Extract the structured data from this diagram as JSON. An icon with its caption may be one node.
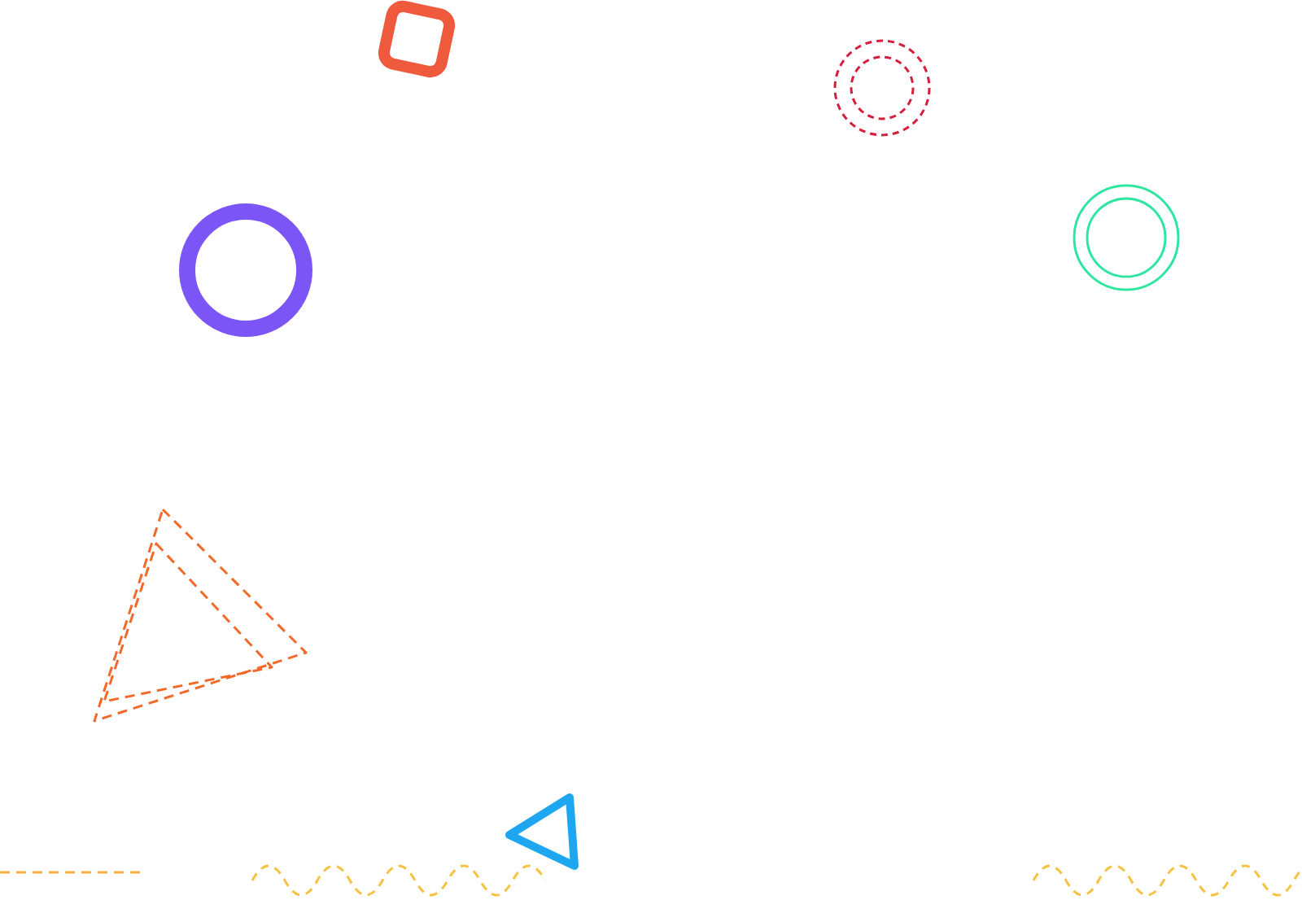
{
  "diagram": {
    "nodes": [
      {
        "text": [],
        "shape": "box"
      },
      {
        "text": [],
        "shape": "circle"
      },
      {
        "text": [],
        "shape": "circle"
      },
      {
        "text": [],
        "shape": "circle"
      },
      {
        "text": [],
        "shape": "triangle"
      },
      {
        "text": [],
        "shape": "triangle"
      }
    ]
  }
}
